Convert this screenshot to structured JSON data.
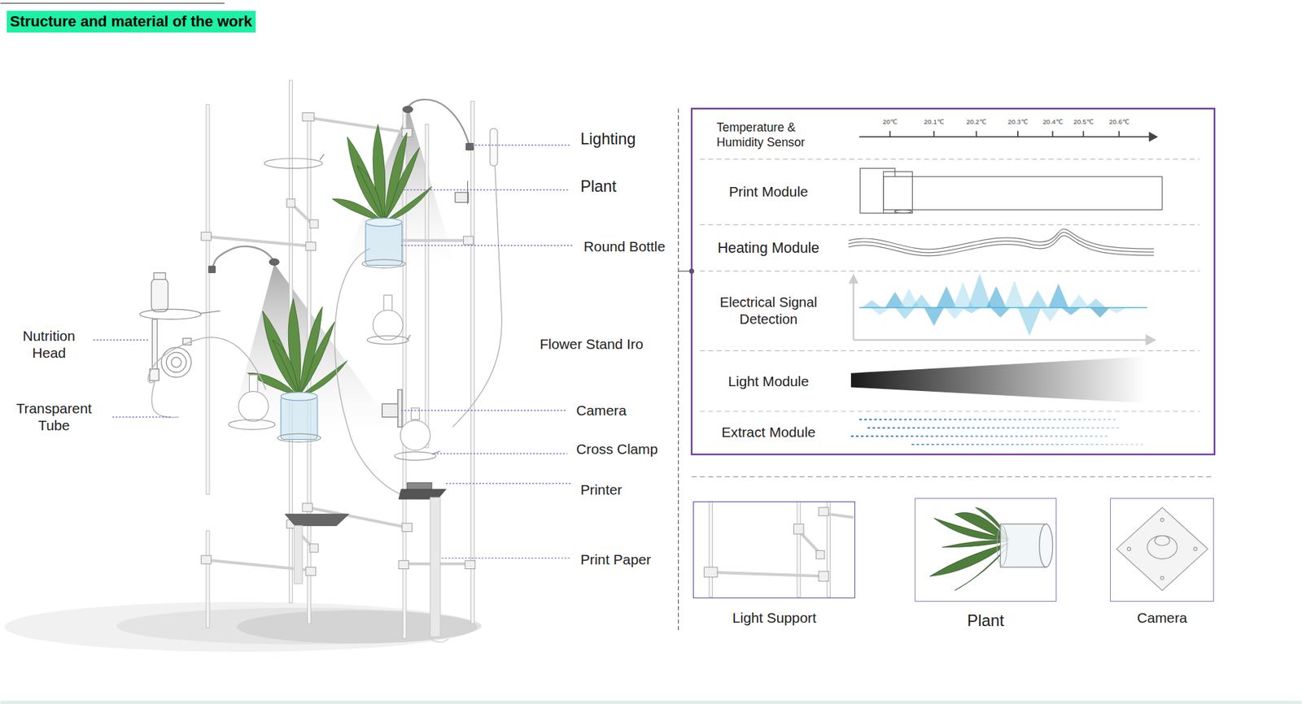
{
  "diagram": {
    "title": "Structure and material of the work",
    "nodes": [
      {
        "text": [
          "Temperature & Humidity Sensor"
        ]
      },
      {
        "text": [
          "Print Module"
        ]
      },
      {
        "text": [
          "Heating Module"
        ]
      },
      {
        "text": [
          "Electrical Signal Detection"
        ]
      },
      {
        "text": [
          "Light Module"
        ]
      },
      {
        "text": [
          "Extract Module"
        ]
      },
      {
        "text": [
          "Light Support"
        ]
      },
      {
        "text": [
          "Plant"
        ]
      },
      {
        "text": [
          "Camera"
        ]
      }
    ],
    "labels": [
      "Lighting",
      "Plant",
      "Round Bottle",
      "Flower Stand Iro",
      "Camera",
      "Cross Clamp",
      "Printer",
      "Print Paper",
      "Nutrition Head",
      "Transparent Tube",
      "20℃",
      "20.1℃",
      "20.2℃",
      "20.3℃",
      "20.4℃",
      "20.5℃",
      "20.6℃"
    ]
  }
}
